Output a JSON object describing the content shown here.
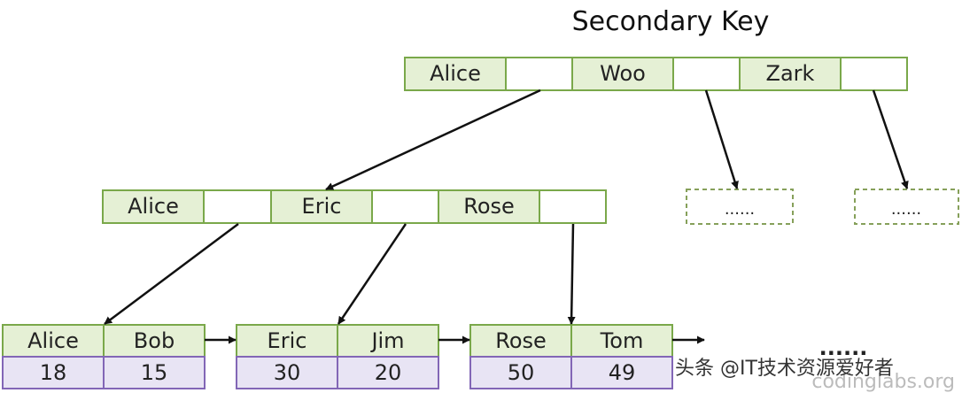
{
  "title": "Secondary Key",
  "colors": {
    "key_fill": "#e5f0d5",
    "key_border": "#7aa84a",
    "value_fill": "#e8e4f4",
    "value_border": "#8266b6",
    "edge": "#111111",
    "dashed": "#86a05a"
  },
  "root_node": {
    "keys": [
      "Alice",
      "Woo",
      "Zark"
    ]
  },
  "internal_node": {
    "keys": [
      "Alice",
      "Eric",
      "Rose"
    ]
  },
  "placeholders": [
    "......",
    "......"
  ],
  "leaves": [
    {
      "keys": [
        "Alice",
        "Bob"
      ],
      "values": [
        "18",
        "15"
      ]
    },
    {
      "keys": [
        "Eric",
        "Jim"
      ],
      "values": [
        "30",
        "20"
      ]
    },
    {
      "keys": [
        "Rose",
        "Tom"
      ],
      "values": [
        "50",
        "49"
      ]
    }
  ],
  "leaf_continuation": "......",
  "watermark": {
    "text": "头条 @IT技术资源爱好者",
    "site": "codinglabs.org"
  }
}
